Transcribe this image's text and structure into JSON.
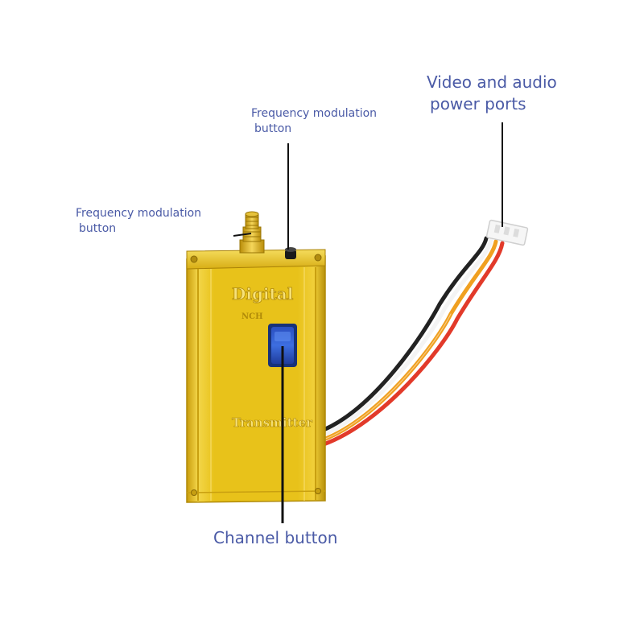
{
  "callouts": {
    "top_fm": {
      "line1": "Frequency modulation",
      "line2": "button"
    },
    "left_fm": {
      "line1": "Frequency modulation",
      "line2": "button"
    },
    "ports": {
      "line1": "Video and audio",
      "line2": "power ports"
    },
    "channel": {
      "line1": "Channel button"
    }
  },
  "device": {
    "brand_label": "Digital",
    "model_label": "NCH",
    "type_label": "Transmitter"
  },
  "colors": {
    "label_text": "#4a5aa6",
    "leader_line": "#111111",
    "housing": "#e8c21a",
    "channel_button": "#2f56c6"
  }
}
